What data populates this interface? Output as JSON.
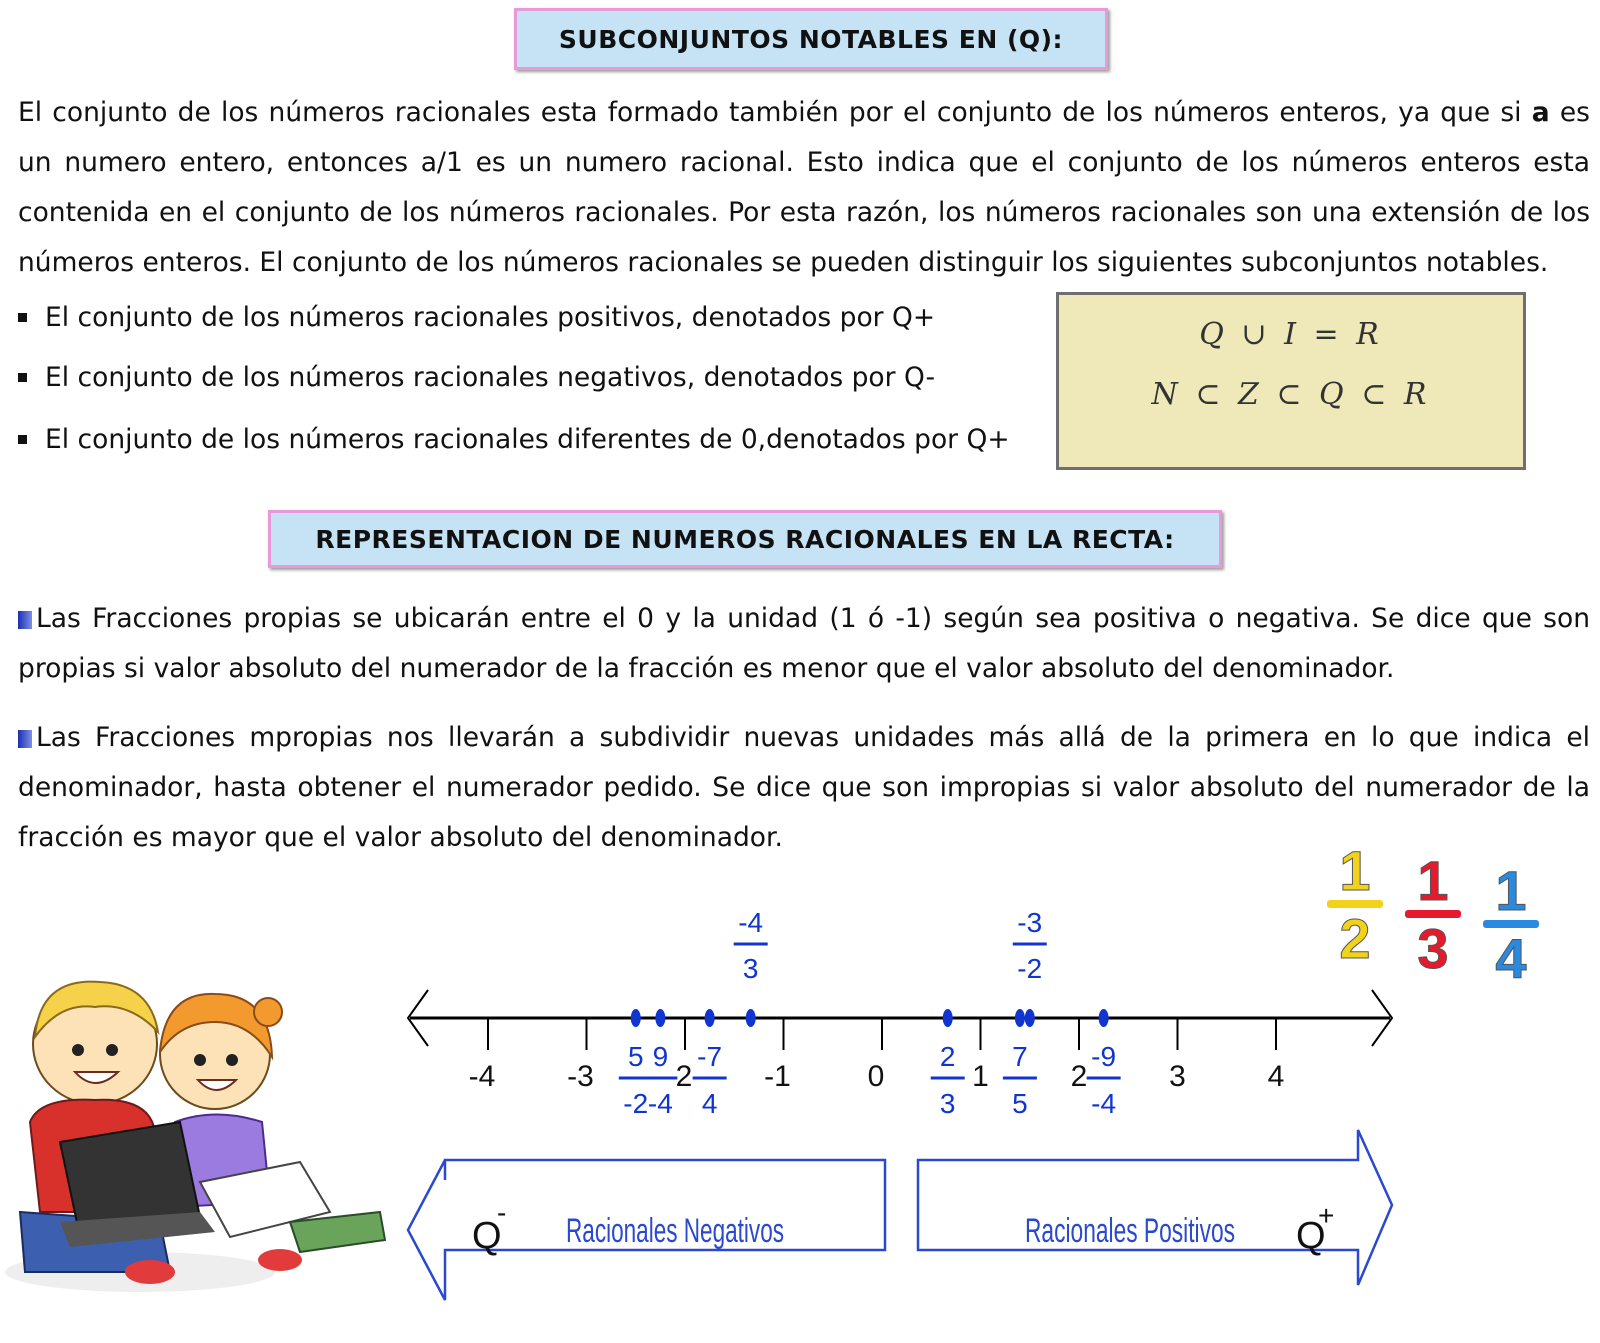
{
  "section1": {
    "title": "SUBCONJUNTOS NOTABLES EN (Q):",
    "para_before_bold": "El conjunto de los números racionales esta formado también por el conjunto de los números enteros, ya que si",
    "bold_var": "a",
    "para_after_bold": "es un numero entero, entonces a/1 es un numero racional. Esto indica que el conjunto de los números enteros esta contenida en el conjunto de los números racionales. Por esta razón, los números racionales son una extensión de los números enteros. El conjunto de los números racionales se pueden distinguir los siguientes subconjuntos notables.",
    "bullets": [
      "El conjunto de los números racionales positivos, denotados por Q+",
      "El conjunto de los números racionales negativos, denotados por Q-",
      "El conjunto de los números racionales diferentes de 0,denotados por Q+"
    ],
    "formulas": [
      "Q ∪ I = R",
      "N ⊂ Z ⊂ Q ⊂ R"
    ]
  },
  "section2": {
    "title": "REPRESENTACION DE NUMEROS RACIONALES EN LA RECTA:",
    "para1": "Las Fracciones propias se ubicarán entre el 0 y la unidad (1 ó -1) según sea positiva o negativa. Se dice que son propias si valor absoluto del numerador de la fracción es menor que el valor absoluto del denominador.",
    "para2": "Las Fracciones mpropias nos llevarán a subdividir nuevas unidades más allá de la primera en lo que indica el denominador, hasta obtener el numerador pedido. Se dice que son impropias si valor absoluto del numerador de la fracción es mayor que el valor absoluto del denominador."
  },
  "number_line": {
    "ticks": [
      -4,
      -3,
      -2,
      -1,
      0,
      1,
      2,
      3,
      4
    ],
    "tick_labels": [
      "-4",
      "-3",
      "-2",
      "-1",
      "0",
      "1",
      "2",
      "3",
      "4"
    ],
    "fractions_below": [
      {
        "num": "5",
        "den": "-2",
        "value": -2.5
      },
      {
        "num": "9",
        "den": "-4",
        "value": -2.25
      },
      {
        "num": "-7",
        "den": "4",
        "value": -1.75
      },
      {
        "num": "2",
        "den": "3",
        "value": 0.667
      },
      {
        "num": "7",
        "den": "5",
        "value": 1.4
      },
      {
        "num": "-9",
        "den": "-4",
        "value": 2.25
      }
    ],
    "fractions_above": [
      {
        "num": "-4",
        "den": "3",
        "value": -1.333
      },
      {
        "num": "-3",
        "den": "-2",
        "value": 1.5
      }
    ],
    "label_negative": "Racionales Negativos",
    "label_positive": "Racionales Positivos",
    "symbol_negative": "Q",
    "sign_negative": "-",
    "symbol_positive": "Q",
    "sign_positive": "+",
    "point_color": "#1035d0"
  },
  "decor_fractions": [
    {
      "num": "1",
      "den": "2",
      "color": "#f2d21b"
    },
    {
      "num": "1",
      "den": "3",
      "color": "#e8192c"
    },
    {
      "num": "1",
      "den": "4",
      "color": "#2a8ae0"
    }
  ]
}
